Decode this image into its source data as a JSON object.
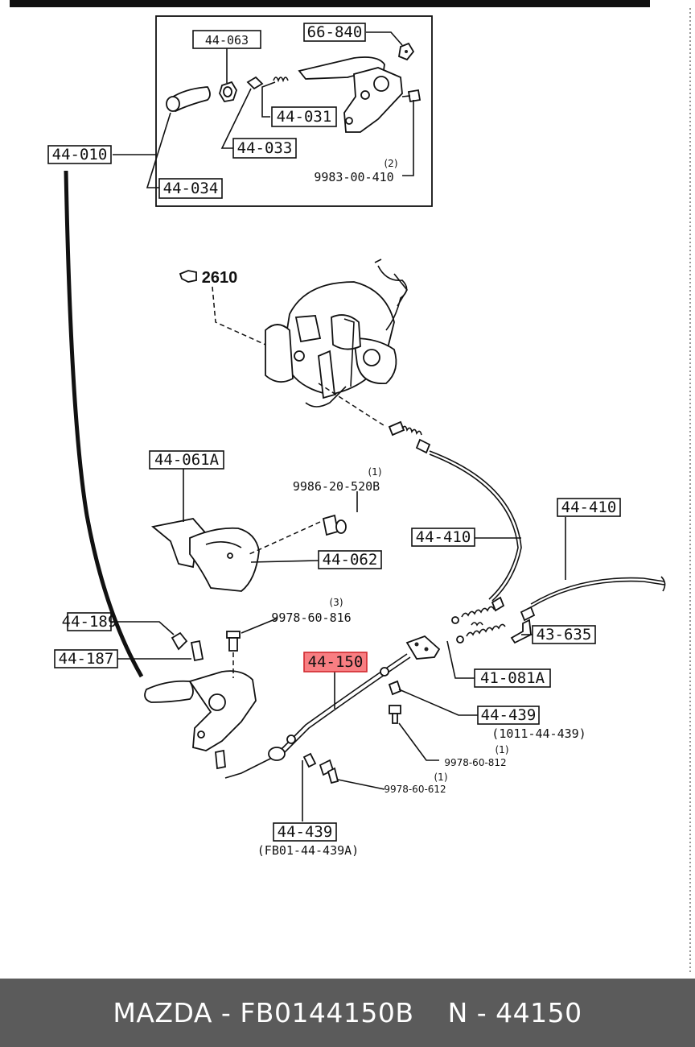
{
  "labels": {
    "l_44_010": "44-010",
    "l_44_063": "44-063",
    "l_66_840": "66-840",
    "l_44_031": "44-031",
    "l_44_033": "44-033",
    "l_44_034": "44-034",
    "l_9983_qty": "(2)",
    "l_9983": "9983-00-410",
    "l_2610": "2610",
    "l_44_061a": "44-061A",
    "l_9986_qty": "(1)",
    "l_9986": "9986-20-520B",
    "l_44_410_a": "44-410",
    "l_44_410_b": "44-410",
    "l_44_062": "44-062",
    "l_9978_816_qty": "(3)",
    "l_9978_816": "9978-60-816",
    "l_44_189": "44-189",
    "l_43_635": "43-635",
    "l_44_187": "44-187",
    "l_44_150": "44-150",
    "l_41_081a": "41-081A",
    "l_44_439_a": "44-439",
    "l_1011": "(1011-44-439)",
    "l_9978_812_qty": "(1)",
    "l_9978_812": "9978-60-812",
    "l_9978_612_qty": "(1)",
    "l_9978_612": "9978-60-612",
    "l_44_439_b": "44-439",
    "l_fb01": "(FB01-44-439A)"
  },
  "footer": {
    "left": "MAZDA - FB0144150B",
    "right": "N - 44150"
  },
  "colors": {
    "highlight_fill": "#f87e82",
    "highlight_stroke": "#d0282e",
    "footer_bg": "#5b5b5b"
  }
}
